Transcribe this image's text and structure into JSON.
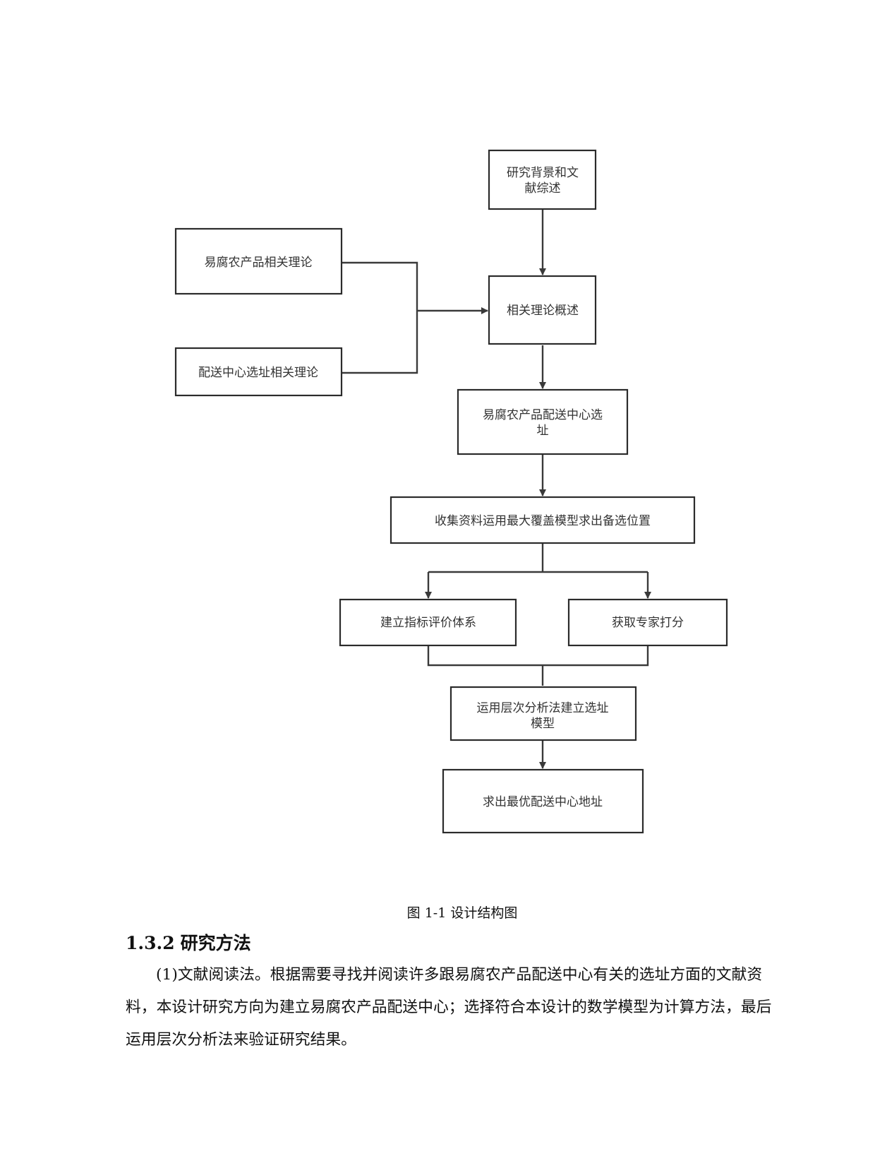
{
  "figure": {
    "nodes": [
      {
        "id": "research-background",
        "lines": [
          "研究背景和文",
          "献综述"
        ]
      },
      {
        "id": "perishable-theory",
        "lines": [
          "易腐农产品相关理论"
        ]
      },
      {
        "id": "theory-overview",
        "lines": [
          "相关理论概述"
        ]
      },
      {
        "id": "site-selection-theory",
        "lines": [
          "配送中心选址相关理论"
        ]
      },
      {
        "id": "dc-location",
        "lines": [
          "易腐农产品配送中心选",
          "址"
        ]
      },
      {
        "id": "max-coverage",
        "lines": [
          "收集资料运用最大覆盖模型求出备选位置"
        ]
      },
      {
        "id": "index-system",
        "lines": [
          "建立指标评价体系"
        ]
      },
      {
        "id": "expert-scoring",
        "lines": [
          "获取专家打分"
        ]
      },
      {
        "id": "ahp-model",
        "lines": [
          "运用层次分析法建立选址",
          "模型"
        ]
      },
      {
        "id": "optimal-address",
        "lines": [
          "求出最优配送中心地址"
        ]
      }
    ],
    "caption": "图 1-1 设计结构图"
  },
  "section": {
    "number": "1.3.2",
    "title": "研究方法"
  },
  "paragraph": "(1)文献阅读法。根据需要寻找并阅读许多跟易腐农产品配送中心有关的选址方面的文献资料，本设计研究方向为建立易腐农产品配送中心；选择符合本设计的数学模型为计算方法，最后运用层次分析法来验证研究结果。"
}
